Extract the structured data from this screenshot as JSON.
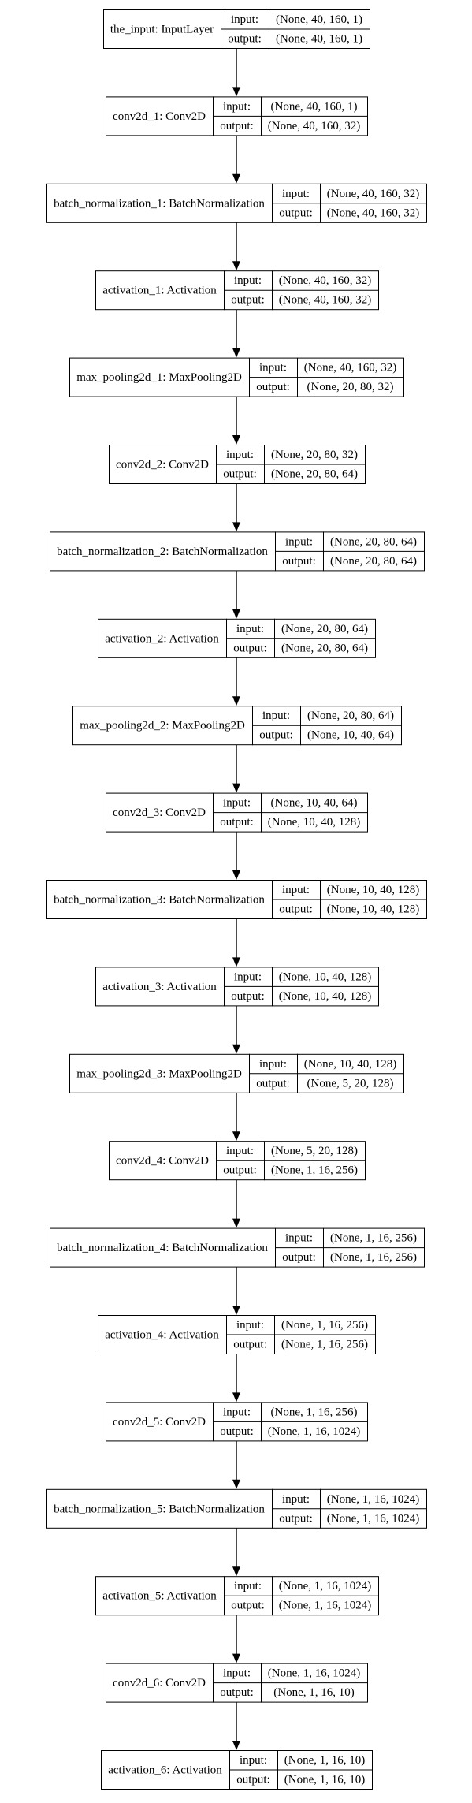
{
  "layers": [
    {
      "name": "the_input: InputLayer",
      "input": "(None, 40, 160, 1)",
      "output": "(None, 40, 160, 1)"
    },
    {
      "name": "conv2d_1: Conv2D",
      "input": "(None, 40, 160, 1)",
      "output": "(None, 40, 160, 32)"
    },
    {
      "name": "batch_normalization_1: BatchNormalization",
      "input": "(None, 40, 160, 32)",
      "output": "(None, 40, 160, 32)"
    },
    {
      "name": "activation_1: Activation",
      "input": "(None, 40, 160, 32)",
      "output": "(None, 40, 160, 32)"
    },
    {
      "name": "max_pooling2d_1: MaxPooling2D",
      "input": "(None, 40, 160, 32)",
      "output": "(None, 20, 80, 32)"
    },
    {
      "name": "conv2d_2: Conv2D",
      "input": "(None, 20, 80, 32)",
      "output": "(None, 20, 80, 64)"
    },
    {
      "name": "batch_normalization_2: BatchNormalization",
      "input": "(None, 20, 80, 64)",
      "output": "(None, 20, 80, 64)"
    },
    {
      "name": "activation_2: Activation",
      "input": "(None, 20, 80, 64)",
      "output": "(None, 20, 80, 64)"
    },
    {
      "name": "max_pooling2d_2: MaxPooling2D",
      "input": "(None, 20, 80, 64)",
      "output": "(None, 10, 40, 64)"
    },
    {
      "name": "conv2d_3: Conv2D",
      "input": "(None, 10, 40, 64)",
      "output": "(None, 10, 40, 128)"
    },
    {
      "name": "batch_normalization_3: BatchNormalization",
      "input": "(None, 10, 40, 128)",
      "output": "(None, 10, 40, 128)"
    },
    {
      "name": "activation_3: Activation",
      "input": "(None, 10, 40, 128)",
      "output": "(None, 10, 40, 128)"
    },
    {
      "name": "max_pooling2d_3: MaxPooling2D",
      "input": "(None, 10, 40, 128)",
      "output": "(None, 5, 20, 128)"
    },
    {
      "name": "conv2d_4: Conv2D",
      "input": "(None, 5, 20, 128)",
      "output": "(None, 1, 16, 256)"
    },
    {
      "name": "batch_normalization_4: BatchNormalization",
      "input": "(None, 1, 16, 256)",
      "output": "(None, 1, 16, 256)"
    },
    {
      "name": "activation_4: Activation",
      "input": "(None, 1, 16, 256)",
      "output": "(None, 1, 16, 256)"
    },
    {
      "name": "conv2d_5: Conv2D",
      "input": "(None, 1, 16, 256)",
      "output": "(None, 1, 16, 1024)"
    },
    {
      "name": "batch_normalization_5: BatchNormalization",
      "input": "(None, 1, 16, 1024)",
      "output": "(None, 1, 16, 1024)"
    },
    {
      "name": "activation_5: Activation",
      "input": "(None, 1, 16, 1024)",
      "output": "(None, 1, 16, 1024)"
    },
    {
      "name": "conv2d_6: Conv2D",
      "input": "(None, 1, 16, 1024)",
      "output": "(None, 1, 16, 10)"
    },
    {
      "name": "activation_6: Activation",
      "input": "(None, 1, 16, 10)",
      "output": "(None, 1, 16, 10)"
    }
  ],
  "labels": {
    "input": "input:",
    "output": "output:"
  }
}
